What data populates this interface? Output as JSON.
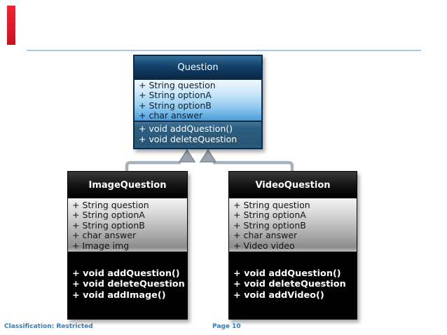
{
  "footer": {
    "classification": "Classification: Restricted",
    "page": "Page 10"
  },
  "colors": {
    "accent_red": "#de1a28",
    "top_rule_blue": "#a5cbe9",
    "parent_header_navy": "#0e3457",
    "parent_attrs_blue_top": "#eff8fe",
    "parent_attrs_blue_bottom": "#4a9cd9",
    "parent_methods_slate": "#2e5f80",
    "child_header_black": "#000000",
    "child_attrs_gray_top": "#f2f2f2",
    "child_attrs_gray_bottom": "#8c8c8c",
    "connector_gray": "#a8b1bb",
    "footer_blue": "#2e7ec0"
  },
  "diagram": {
    "parent": {
      "title": "Question",
      "attributes": [
        "+ String question",
        "+ String optionA",
        "+ String optionB",
        "+ char answer"
      ],
      "methods": [
        "+ void addQuestion()",
        "+ void deleteQuestion"
      ]
    },
    "children": [
      {
        "title": "ImageQuestion",
        "attributes": [
          "+ String question",
          "+ String optionA",
          "+ String optionB",
          "+ char answer",
          "+ Image img"
        ],
        "methods": [
          "+ void addQuestion()",
          "+ void deleteQuestion",
          "+ void addImage()"
        ]
      },
      {
        "title": "VideoQuestion",
        "attributes": [
          "+ String question",
          "+ String optionA",
          "+ String optionB",
          "+ char answer",
          "+ Video video"
        ],
        "methods": [
          "+ void addQuestion()",
          "+ void deleteQuestion",
          "+ void addVideo()"
        ]
      }
    ]
  }
}
